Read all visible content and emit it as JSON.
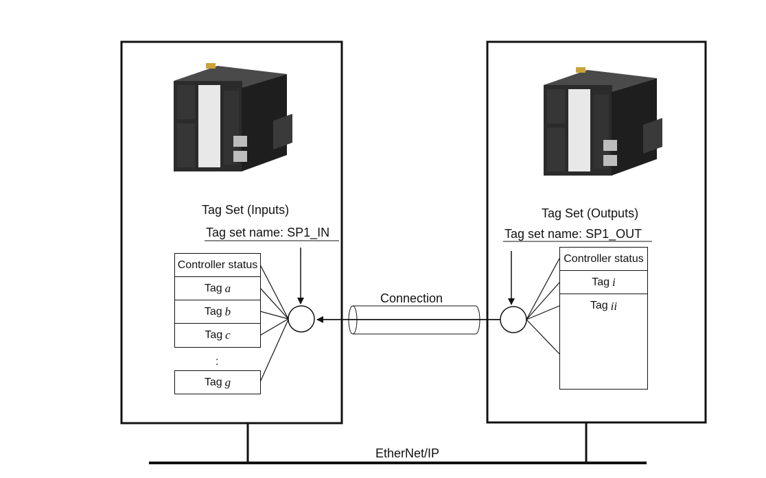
{
  "left_node": {
    "tag_set_title": "Tag Set (Inputs)",
    "tag_set_name": "Tag set name: SP1_IN",
    "tags": [
      {
        "name": "Controller status",
        "var": ""
      },
      {
        "name": "Tag",
        "var": "a"
      },
      {
        "name": "Tag",
        "var": "b"
      },
      {
        "name": "Tag",
        "var": "c"
      }
    ],
    "ellipsis": ":",
    "last_tag": {
      "name": "Tag",
      "var": "g"
    }
  },
  "right_node": {
    "tag_set_title": "Tag Set (Outputs)",
    "tag_set_name": "Tag set name: SP1_OUT",
    "tags": [
      {
        "name": "Controller status",
        "var": ""
      },
      {
        "name": "Tag",
        "var": "i"
      },
      {
        "name": "Tag",
        "var": "ii"
      }
    ]
  },
  "connection_label": "Connection",
  "network_label": "EtherNet/IP",
  "colors": {
    "line": "#111111",
    "device_body": "#2a2a2a",
    "device_panel": "#e6e6e6"
  }
}
